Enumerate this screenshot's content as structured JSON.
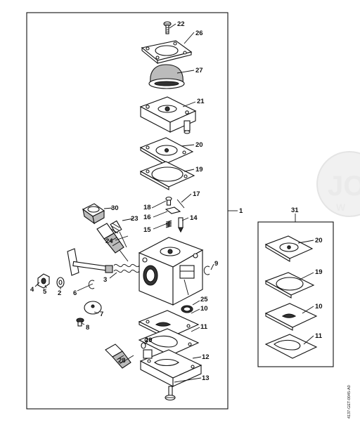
{
  "watermark": {
    "text": "JO",
    "subtext": "W"
  },
  "side_code": "4137-GET-0045-A0",
  "labels": {
    "l1": "1",
    "l2": "2",
    "l3": "3",
    "l4": "4",
    "l5": "5",
    "l6": "6",
    "l7": "7",
    "l8": "8",
    "l9": "9",
    "l10": "10",
    "l11": "11",
    "l12": "12",
    "l13": "13",
    "l14": "14",
    "l15": "15",
    "l16": "16",
    "l17": "17",
    "l18": "18",
    "l19": "19",
    "l20": "20",
    "l21": "21",
    "l22": "22",
    "l23": "23",
    "l24": "24",
    "l25": "25",
    "l26": "26",
    "l27": "27",
    "l28": "28",
    "l29": "29",
    "l30": "30",
    "l31": "31",
    "k20": "20",
    "k19": "19",
    "k10": "10",
    "k11": "11"
  }
}
